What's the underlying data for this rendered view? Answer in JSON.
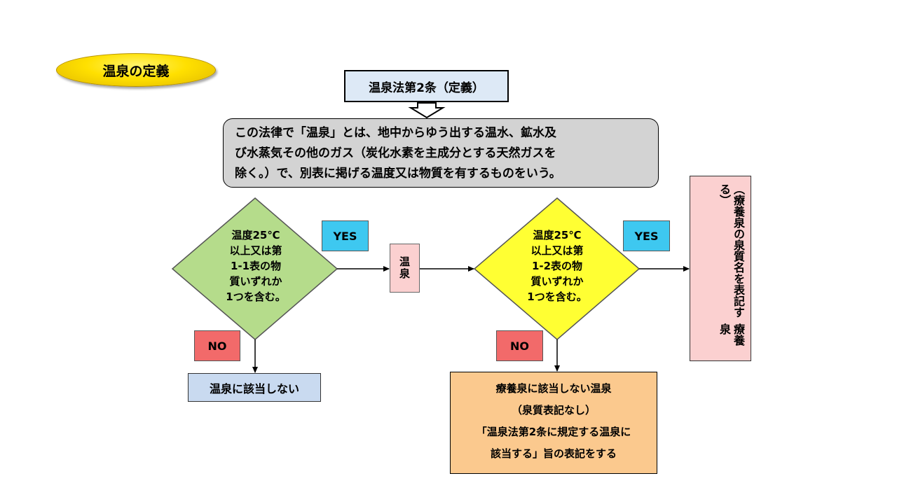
{
  "title_badge": "温泉の定義",
  "law_title": "温泉法第2条（定義）",
  "definition": {
    "line1": "この法律で「温泉」とは、地中からゆう出する温水、鉱水及",
    "line2": "び水蒸気その他のガス（炭化水素を主成分とする天然ガスを",
    "line3": "除く。）で、別表に掲げる温度又は物質を有するものをいう。"
  },
  "decision1": {
    "lines": [
      "温度25℃",
      "以上又は第",
      "1-1表の物",
      "質いずれか",
      "1つを含む。"
    ],
    "color": "#b5dc8b"
  },
  "decision2": {
    "lines": [
      "温度25℃",
      "以上又は第",
      "1-2表の物",
      "質いずれか",
      "1つを含む。"
    ],
    "color": "#ffff33"
  },
  "yes_label": "YES",
  "no_label": "NO",
  "onsen_label": "温泉",
  "not_onsen_label": "温泉に該当しない",
  "ryoyo": {
    "title": "療養泉",
    "note": "（療養泉の泉質名を表記する）"
  },
  "not_ryoyo": {
    "line1": "療養泉に該当しない温泉",
    "line2": "（泉質表記なし）",
    "line3": "「温泉法第2条に規定する温泉に",
    "line4": "該当する」旨の表記をする"
  }
}
